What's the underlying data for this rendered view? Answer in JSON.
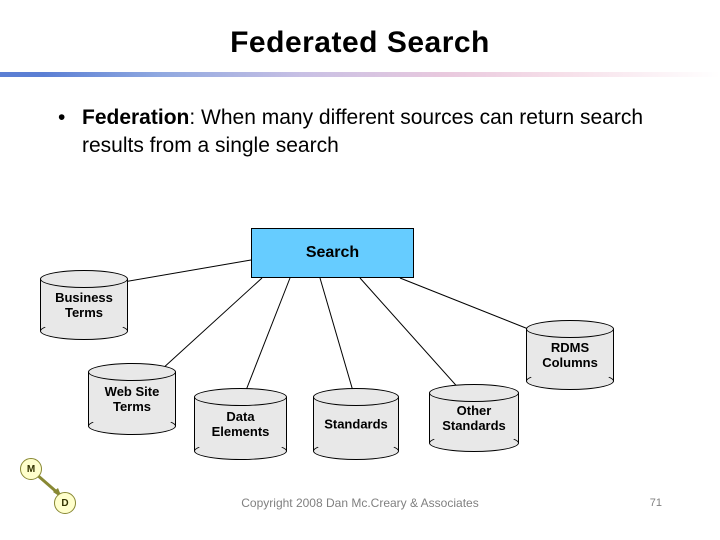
{
  "slide": {
    "title": "Federated Search",
    "bullet": {
      "marker": "•",
      "lead": "Federation",
      "rest": ": When many different sources can return search results from a single search"
    },
    "diagram": {
      "hub": {
        "label": "Search"
      },
      "sources": [
        {
          "id": "business-terms",
          "label": "Business\nTerms"
        },
        {
          "id": "web-site-terms",
          "label": "Web Site\nTerms"
        },
        {
          "id": "data-elements",
          "label": "Data\nElements"
        },
        {
          "id": "standards",
          "label": "Standards"
        },
        {
          "id": "other-standards",
          "label": "Other\nStandards"
        },
        {
          "id": "rdms-columns",
          "label": "RDMS\nColumns"
        }
      ]
    },
    "footer": {
      "copyright": "Copyright 2008 Dan Mc.Creary & Associates",
      "page_number": "71"
    },
    "logo": {
      "top_letter": "M",
      "bottom_letter": "D"
    }
  }
}
